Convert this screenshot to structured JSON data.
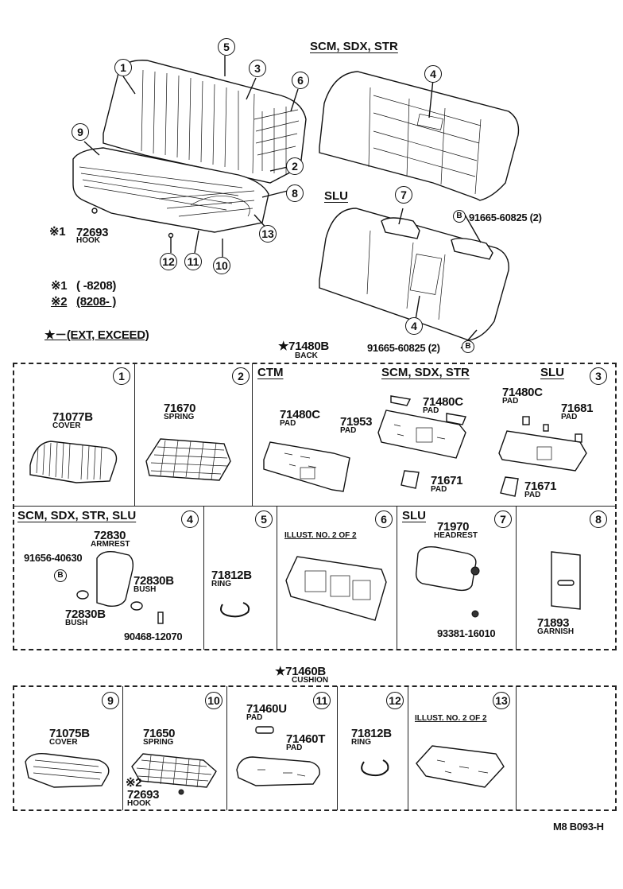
{
  "overview": {
    "variant_scm": "SCM, SDX, STR",
    "variant_slu": "SLU",
    "callouts": [
      "1",
      "2",
      "3",
      "4",
      "5",
      "6",
      "7",
      "8",
      "9",
      "10",
      "11",
      "12",
      "13"
    ],
    "hook_note_mark": "※1",
    "hook_part": "72693",
    "hook_name": "HOOK",
    "bolt_upper": "91665-60825 (2)",
    "bolt_lower": "91665-60825 (2)",
    "bolt_mark": "B",
    "note1_mark": "※1",
    "note1_text": "(      -8208)",
    "note2_mark": "※2",
    "note2_text": "(8208-      )",
    "star_note": "★－(EXT, EXCEED)"
  },
  "back_group": {
    "title": "★71480B",
    "subtitle": "BACK",
    "cells": {
      "c1": {
        "num": "1",
        "part": "71077B",
        "name": "COVER"
      },
      "c2": {
        "num": "2",
        "part": "71670",
        "name": "SPRING"
      },
      "c3": {
        "num": "3",
        "ctm_header": "CTM",
        "scm_header": "SCM, SDX, STR",
        "slu_header": "SLU",
        "ctm_part": "71480C",
        "ctm_name": "PAD",
        "scm_part1": "71953",
        "scm_name1": "PAD",
        "scm_part2": "71480C",
        "scm_name2": "PAD",
        "scm_part3": "71671",
        "scm_name3": "PAD",
        "slu_part1": "71480C",
        "slu_name1": "PAD",
        "slu_part2": "71681",
        "slu_name2": "PAD",
        "slu_part3": "71671",
        "slu_name3": "PAD"
      },
      "c4": {
        "num": "4",
        "header": "SCM, SDX, STR, SLU",
        "part": "72830",
        "name": "ARMREST",
        "bolt": "91656-40630",
        "bolt_mark": "B",
        "bush1": "72830B",
        "bush1_name": "BUSH",
        "bush2": "72830B",
        "bush2_name": "BUSH",
        "screw": "90468-12070"
      },
      "c5": {
        "num": "5",
        "part": "71812B",
        "name": "RING"
      },
      "c6": {
        "num": "6",
        "note": "ILLUST. NO. 2 OF 2"
      },
      "c7": {
        "num": "7",
        "header": "SLU",
        "part": "71970",
        "name": "HEADREST",
        "screw": "93381-16010"
      },
      "c8": {
        "num": "8",
        "part": "71893",
        "name": "GARNISH"
      }
    }
  },
  "cushion_group": {
    "title": "★71460B",
    "subtitle": "CUSHION",
    "cells": {
      "c9": {
        "num": "9",
        "part": "71075B",
        "name": "COVER"
      },
      "c10": {
        "num": "10",
        "part": "71650",
        "name": "SPRING",
        "hook_mark": "※2",
        "hook_part": "72693",
        "hook_name": "HOOK"
      },
      "c11": {
        "num": "11",
        "part1": "71460U",
        "name1": "PAD",
        "part2": "71460T",
        "name2": "PAD"
      },
      "c12": {
        "num": "12",
        "part": "71812B",
        "name": "RING"
      },
      "c13": {
        "num": "13",
        "note": "ILLUST. NO. 2 OF 2"
      }
    }
  },
  "footer_code": "M8  B093-H"
}
